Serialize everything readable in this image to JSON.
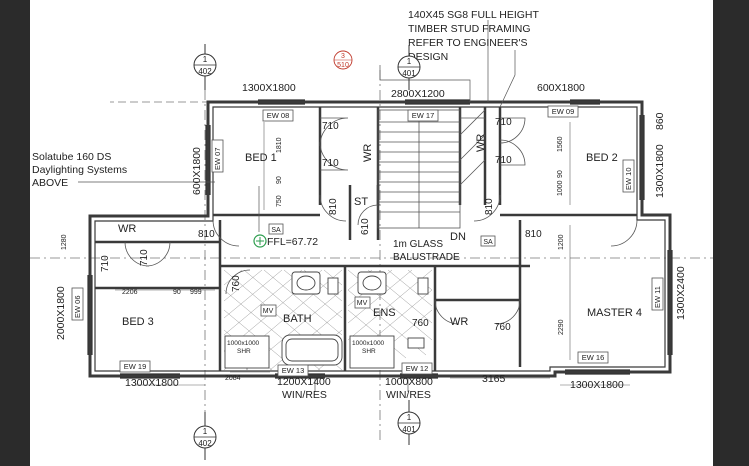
{
  "header_note": [
    "140X45 SG8 FULL HEIGHT",
    "TIMBER STUD FRAMING",
    "REFER TO ENGINEER'S",
    "DESIGN"
  ],
  "skylight_note": [
    "Solatube 160 DS",
    "Daylighting Systems",
    "ABOVE"
  ],
  "section_markers": [
    {
      "id": "s402_top",
      "number": "1",
      "sheet": "402"
    },
    {
      "id": "s401_top",
      "number": "1",
      "sheet": "401"
    },
    {
      "id": "s402_bot",
      "number": "1",
      "sheet": "402"
    },
    {
      "id": "s401_bot",
      "number": "1",
      "sheet": "401"
    },
    {
      "id": "s510",
      "number": "3",
      "sheet": "510"
    }
  ],
  "rooms": {
    "bed1": "BED 1",
    "bed2": "BED 2",
    "bed3": "BED 3",
    "master": "MASTER 4",
    "bath": "BATH",
    "ens": "ENS",
    "wr1": "WR",
    "wr2": "WR",
    "wr3": "WR",
    "wr4": "WR",
    "st": "ST",
    "dn": "DN"
  },
  "window_tags": [
    "EW 08",
    "EW 17",
    "EW 09",
    "EW 07",
    "EW 10",
    "EW 06",
    "EW 11",
    "EW 19",
    "EW 13",
    "EW 12",
    "EW 16"
  ],
  "window_sizes": {
    "top_left": "1300X1800",
    "top_mid": "2800X1200",
    "top_right": "600X1800",
    "bed1_side": "600X1800",
    "bed2_side": "1300X1800",
    "bed2_small": "860",
    "bed3_side": "2000X1800",
    "master_side": "1300X2400",
    "bot_left": "1300X1800",
    "bot_bath": "1200X1400",
    "bot_ens": "1000X800",
    "bot_right": "1300X1800",
    "bath_res": "WIN/RES",
    "ens_res": "WIN/RES"
  },
  "door_sizes": [
    "710",
    "710",
    "710",
    "710",
    "810",
    "810",
    "810",
    "810",
    "710",
    "710",
    "760",
    "760",
    "760",
    "610"
  ],
  "dims": {
    "d1810": "1810",
    "d750": "750",
    "d90a": "90",
    "d1560": "1560",
    "d1000": "1000",
    "d90b": "90",
    "d1280": "1280",
    "d2206": "2206",
    "d90c": "90",
    "d999": "999",
    "d2084": "2084",
    "d3165": "3165",
    "d1200": "1200",
    "d2290": "2290"
  },
  "labels": {
    "ffl": "FFL=67.72",
    "balustrade1": "1m GLASS",
    "balustrade2": "BALUSTRADE",
    "sa": "SA",
    "mv": "MV",
    "shr_size": "1000x1000",
    "shr": "SHR"
  }
}
